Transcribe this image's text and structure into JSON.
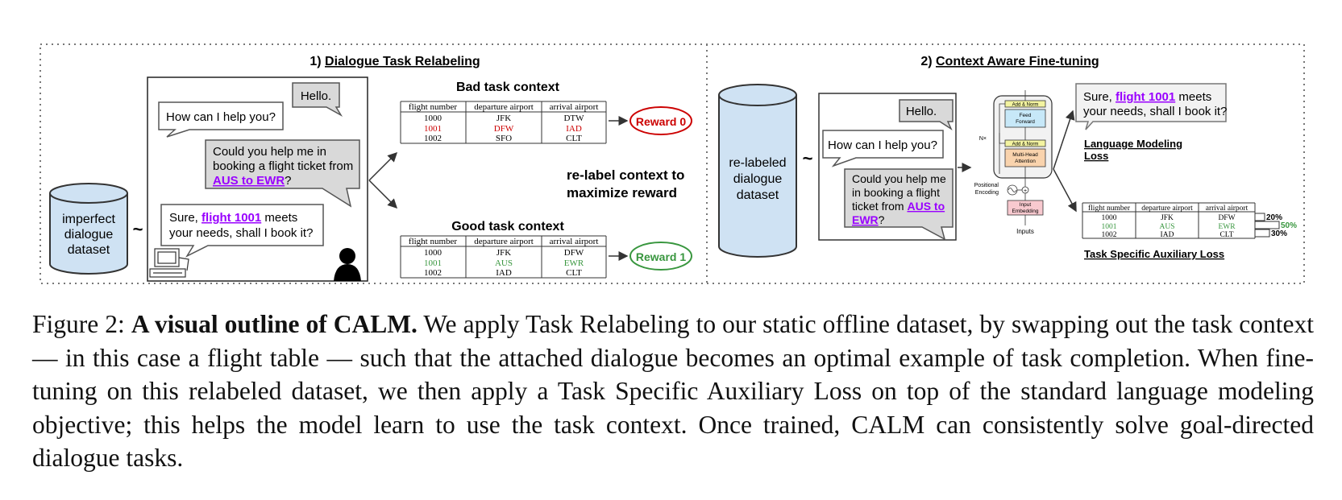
{
  "figure": {
    "panel1": {
      "number": "1)",
      "title": "Dialogue Task Relabeling",
      "dataset_label": [
        "imperfect",
        "dialogue",
        "dataset"
      ],
      "tilde": "~",
      "dialogue": {
        "hello": "Hello.",
        "how_can_i_help": "How can I help you?",
        "request_lines": [
          "Could you help me in",
          "booking a flight ticket from"
        ],
        "request_link": "AUS to EWR",
        "request_end": "?",
        "reply_prefix": "Sure, ",
        "reply_link": "flight 1001",
        "reply_suffix": " meets",
        "reply_line2": "your needs, shall I book it?"
      },
      "bad_title": "Bad task context",
      "good_title": "Good task context",
      "relabel_text": [
        "re-label context to",
        "maximize reward"
      ],
      "reward0": "Reward 0",
      "reward1": "Reward 1",
      "table_headers": [
        "flight number",
        "departure airport",
        "arrival airport"
      ],
      "bad_rows": [
        [
          "1000",
          "JFK",
          "DTW"
        ],
        [
          "1001",
          "DFW",
          "IAD"
        ],
        [
          "1002",
          "SFO",
          "CLT"
        ]
      ],
      "good_rows": [
        [
          "1000",
          "JFK",
          "DFW"
        ],
        [
          "1001",
          "AUS",
          "EWR"
        ],
        [
          "1002",
          "IAD",
          "CLT"
        ]
      ]
    },
    "panel2": {
      "number": "2)",
      "title": "Context Aware Fine-tuning",
      "dataset_label": [
        "re-labeled",
        "dialogue",
        "dataset"
      ],
      "tilde": "~",
      "dialogue": {
        "hello": "Hello.",
        "how_can_i_help": "How can I help you?",
        "request_lines": [
          "Could you help me",
          "in booking a flight",
          "ticket from "
        ],
        "request_link1": "AUS to",
        "request_link2": "EWR",
        "request_end": "?"
      },
      "transformer": {
        "add_norm": "Add & Norm",
        "feed_forward": [
          "Feed",
          "Forward"
        ],
        "multi_head": [
          "Multi-Head",
          "Attention"
        ],
        "nx": "N×",
        "positional_encoding": [
          "Positional",
          "Encoding"
        ],
        "input_embedding": [
          "Input",
          "Embedding"
        ],
        "inputs": "Inputs"
      },
      "output": {
        "prefix": "Sure, ",
        "link": "flight 1001",
        "suffix": " meets",
        "line2": "your needs, shall I book it?"
      },
      "lm_loss": [
        "Language Modeling",
        "Loss"
      ],
      "aux_loss": "Task Specific Auxiliary Loss",
      "table_headers": [
        "flight number",
        "departure airport",
        "arrival airport"
      ],
      "rows": [
        [
          "1000",
          "JFK",
          "DFW"
        ],
        [
          "1001",
          "AUS",
          "EWR"
        ],
        [
          "1002",
          "IAD",
          "CLT"
        ]
      ],
      "probs": [
        "20%",
        "50%",
        "30%"
      ],
      "prob_values": [
        0.2,
        0.5,
        0.3
      ]
    },
    "colors": {
      "link": "#9900ff",
      "bad": "#cc0000",
      "good": "#38963e",
      "cylinder": "#cfe2f3",
      "bubble": "#d9d9d9"
    }
  },
  "caption": {
    "label": "Figure 2:",
    "bold": "A visual outline of CALM.",
    "text": "We apply Task Relabeling to our static offline dataset, by swapping out the task context — in this case a flight table — such that the attached dialogue becomes an optimal example of task completion. When fine-tuning on this relabeled dataset, we then apply a Task Specific Auxiliary Loss on top of the standard language modeling objective; this helps the model learn to use the task context. Once trained, CALM can consistently solve goal-directed dialogue tasks."
  }
}
